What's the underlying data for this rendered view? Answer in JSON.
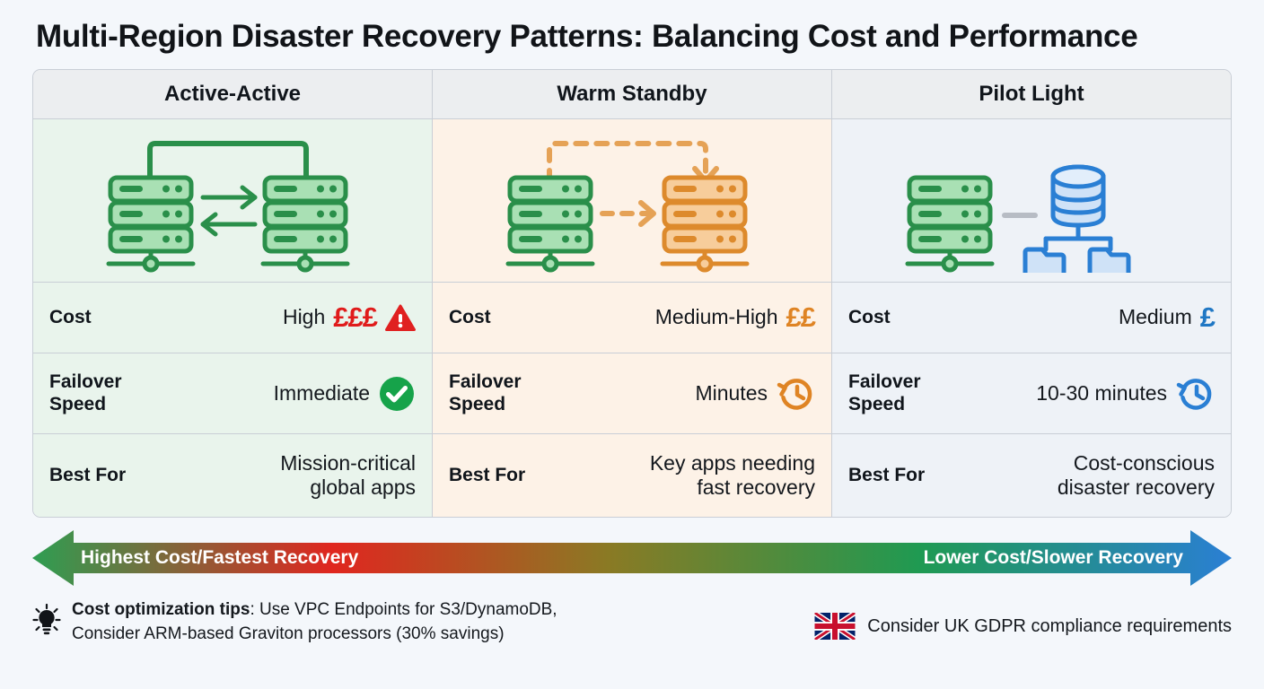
{
  "title": "Multi-Region Disaster Recovery Patterns: Balancing Cost and Performance",
  "columns": [
    {
      "header": "Active-Active",
      "diagram": "two-green-servers-bidirectional-sync",
      "cost": {
        "label": "Cost",
        "value": "High",
        "money": "£££",
        "money_color": "#e01b1b",
        "icon": "warning-triangle-icon"
      },
      "failover": {
        "label": "Failover\nSpeed",
        "value": "Immediate",
        "icon": "check-circle-icon"
      },
      "best_for": {
        "label": "Best For",
        "value": "Mission-critical\nglobal apps"
      }
    },
    {
      "header": "Warm Standby",
      "diagram": "green-server-to-orange-server-dashed",
      "cost": {
        "label": "Cost",
        "value": "Medium-High",
        "money": "££",
        "money_color": "#df8424",
        "icon": "none"
      },
      "failover": {
        "label": "Failover\nSpeed",
        "value": "Minutes",
        "icon": "clock-rotate-orange-icon"
      },
      "best_for": {
        "label": "Best For",
        "value": "Key apps needing\nfast recovery"
      }
    },
    {
      "header": "Pilot Light",
      "diagram": "green-server-to-blue-database",
      "cost": {
        "label": "Cost",
        "value": "Medium",
        "money": "£",
        "money_color": "#1f77c4",
        "icon": "none"
      },
      "failover": {
        "label": "Failover\nSpeed",
        "value": "10-30 minutes",
        "icon": "clock-rotate-blue-icon"
      },
      "best_for": {
        "label": "Best For",
        "value": "Cost-conscious\ndisaster recovery"
      }
    }
  ],
  "spectrum": {
    "left_label": "Highest Cost/Fastest Recovery",
    "right_label": "Lower Cost/Slower Recovery",
    "left_arrow_color": "#2e9e52",
    "right_arrow_color": "#2a7fd4",
    "gradient_stops": [
      "#2e9e52",
      "#e0261f",
      "#8a7a24",
      "#1f9a52",
      "#2a7fd4"
    ]
  },
  "footer": {
    "tip_icon": "lightbulb-icon",
    "tip_bold": "Cost optimization tips",
    "tip_rest": ": Use VPC Endpoints for S3/DynamoDB,",
    "tip_line2": "Consider ARM-based Graviton processors (30% savings)",
    "flag_icon": "uk-flag-icon",
    "gdpr_text": "Consider UK GDPR compliance requirements"
  },
  "palette": {
    "page_bg": "#f4f7fb",
    "col1_bg": "#e9f4ec",
    "col2_bg": "#fdf2e7",
    "col3_bg": "#eef2f7",
    "header_bg": "#eceef0",
    "border": "#c9ced6",
    "green": "#2e9e52",
    "orange": "#df8424",
    "blue": "#2a7fd4",
    "red": "#e01b1b"
  }
}
